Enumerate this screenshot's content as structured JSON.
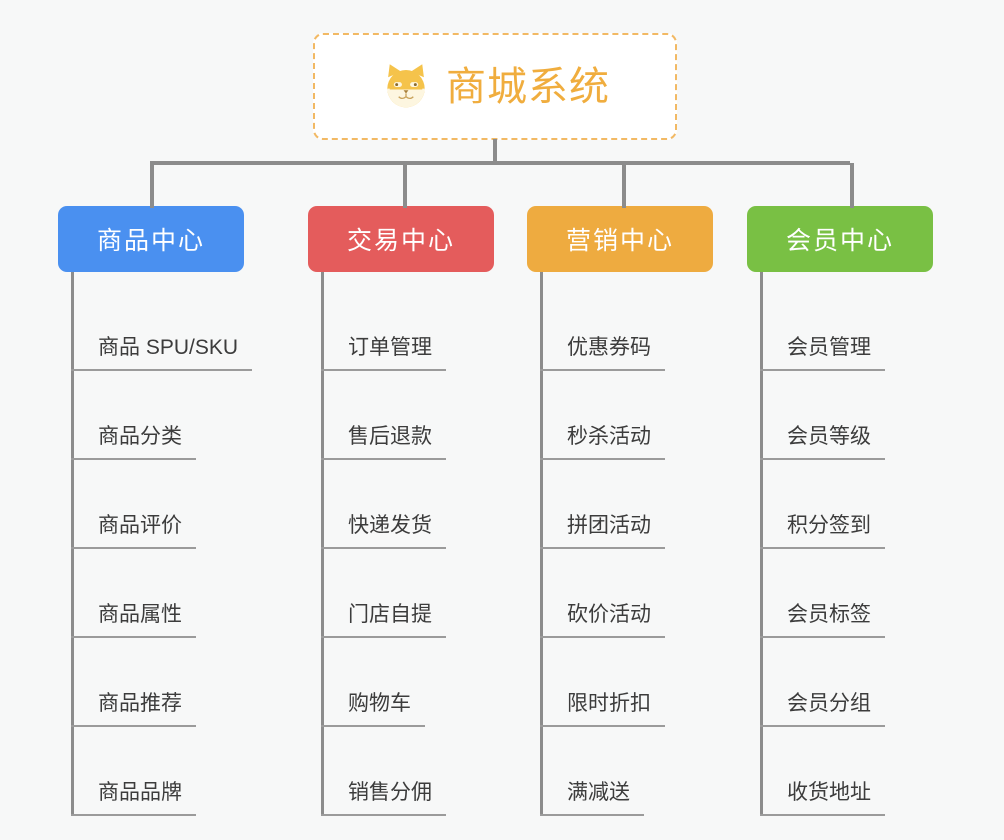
{
  "background_color": "#f7f8f8",
  "root": {
    "title": "商城系统",
    "icon": "shiba-dog-face-icon",
    "title_color": "#f0ad3e",
    "border_color": "#f2b964",
    "background_color": "#ffffff"
  },
  "columns": [
    {
      "id": "product-center",
      "label": "商品中心",
      "color": "#4a90f0",
      "items": [
        "商品 SPU/SKU",
        "商品分类",
        "商品评价",
        "商品属性",
        "商品推荐",
        "商品品牌"
      ]
    },
    {
      "id": "trade-center",
      "label": "交易中心",
      "color": "#e45c5c",
      "items": [
        "订单管理",
        "售后退款",
        "快递发货",
        "门店自提",
        "购物车",
        "销售分佣"
      ]
    },
    {
      "id": "marketing-center",
      "label": "营销中心",
      "color": "#eeab40",
      "items": [
        "优惠券码",
        "秒杀活动",
        "拼团活动",
        "砍价活动",
        "限时折扣",
        "满减送"
      ]
    },
    {
      "id": "member-center",
      "label": "会员中心",
      "color": "#79c044",
      "items": [
        "会员管理",
        "会员等级",
        "积分签到",
        "会员标签",
        "会员分组",
        "收货地址"
      ]
    }
  ],
  "connector_color": "#8c8c8c",
  "rule_color": "#9b9b9b",
  "leaf_text_color": "#3c3c3c"
}
